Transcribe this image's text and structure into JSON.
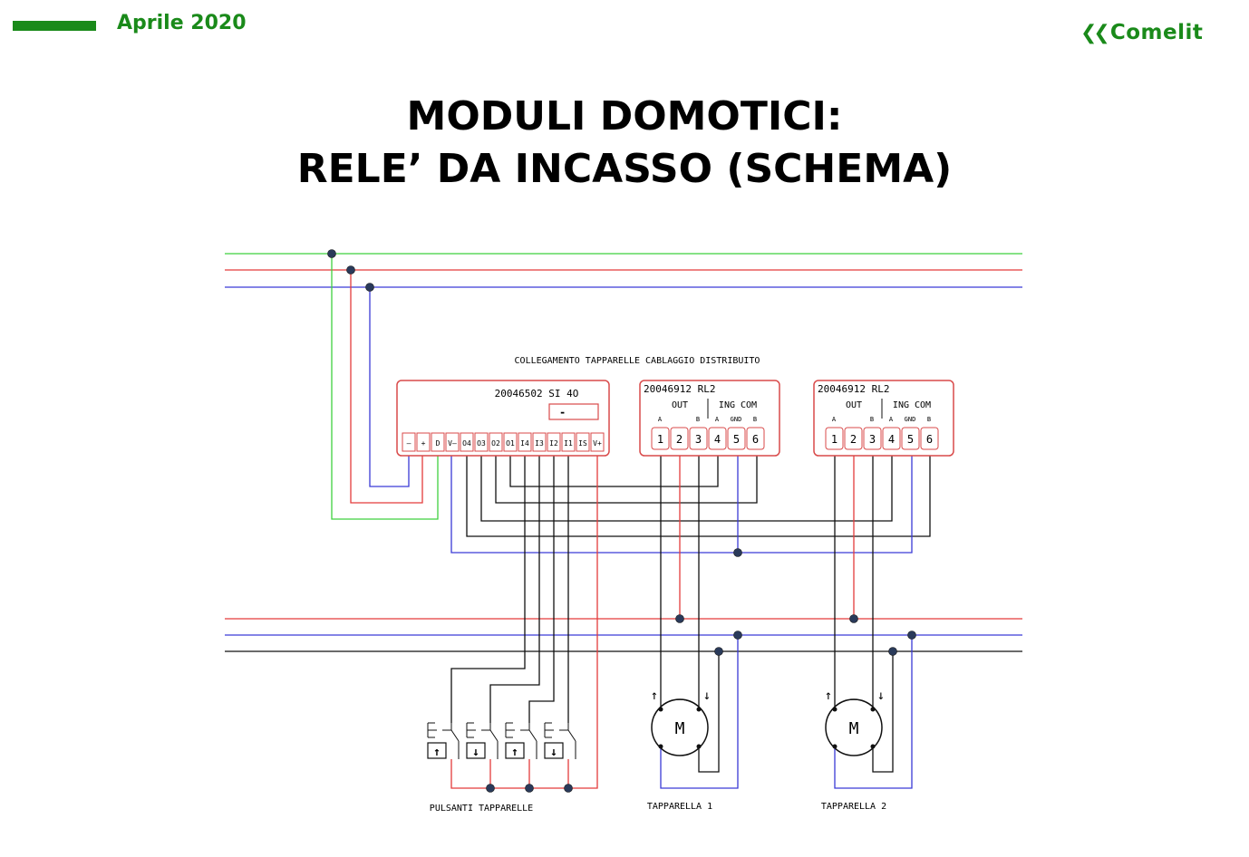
{
  "header": {
    "date": "Aprile 2020"
  },
  "logo": {
    "text": "Comelit"
  },
  "title": {
    "line1": "MODULI DOMOTICI:",
    "line2": "RELE’ DA INCASSO (SCHEMA)"
  },
  "diagram": {
    "caption": "COLLEGAMENTO TAPPARELLE CABLAGGIO DISTRIBUITO",
    "module_si": {
      "name": "20046502 SI 4O",
      "display": "-",
      "terminals": [
        "—",
        "+",
        "D",
        "V—",
        "O4",
        "O3",
        "O2",
        "O1",
        "I4",
        "I3",
        "I2",
        "I1",
        "IS",
        "V+"
      ]
    },
    "relay_1": {
      "name": "20046912 RL2",
      "out_label": "OUT",
      "ing_com_label": "ING COM",
      "sub_labels": [
        "A",
        "B",
        "A",
        "GND",
        "B"
      ],
      "terminals": [
        "1",
        "2",
        "3",
        "4",
        "5",
        "6"
      ]
    },
    "relay_2": {
      "name": "20046912 RL2",
      "out_label": "OUT",
      "ing_com_label": "ING COM",
      "sub_labels": [
        "A",
        "B",
        "A",
        "GND",
        "B"
      ],
      "terminals": [
        "1",
        "2",
        "3",
        "4",
        "5",
        "6"
      ]
    },
    "motor_label": "M",
    "labels": {
      "buttons": "PULSANTI TAPPARELLE",
      "shutter1": "TAPPARELLA 1",
      "shutter2": "TAPPARELLA 2"
    },
    "colors": {
      "green": "#3fd13f",
      "red": "#e33b3b",
      "blue": "#3a3ad6",
      "black": "#111111",
      "module_border": "#d94a4a",
      "brand": "#1a8a1a"
    }
  }
}
